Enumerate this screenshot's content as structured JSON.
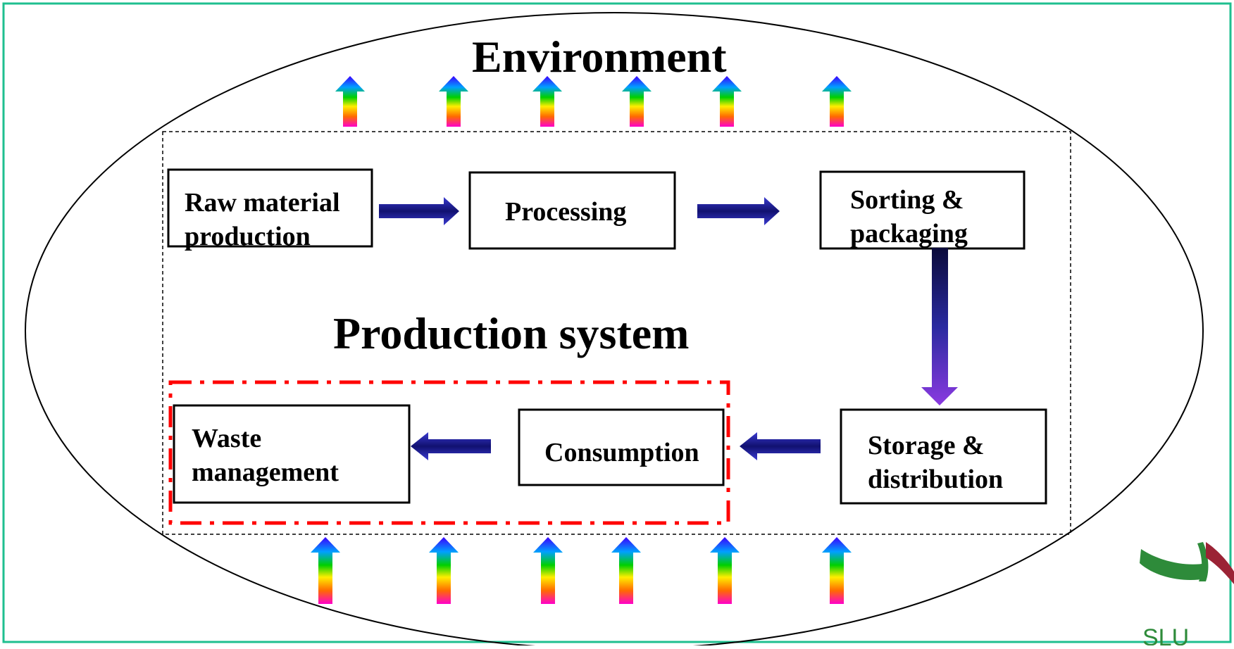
{
  "colors": {
    "frame": "#1fbf8f",
    "title": "#1a9a78",
    "red_outline": "#ff0000",
    "arrow": "#1b1b8c"
  },
  "titles": {
    "environment": "Environment",
    "production_system": "Production system"
  },
  "nodes": {
    "raw_material": [
      "Raw material",
      "production"
    ],
    "processing": [
      "Processing"
    ],
    "sorting": [
      "Sorting &",
      "packaging"
    ],
    "storage": [
      "Storage &",
      "distribution"
    ],
    "consumption": [
      "Consumption"
    ],
    "waste": [
      "Waste",
      "management"
    ]
  },
  "logo": {
    "icon": "plant-logo",
    "text": "SLU"
  }
}
